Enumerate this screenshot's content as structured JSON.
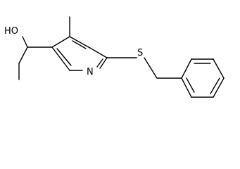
{
  "structure": {
    "atom_labels": {
      "hydroxyl": "HO",
      "ring_nitrogen": "N",
      "sulfur": "S"
    },
    "colors": {
      "bond": "#000000",
      "text": "#000000",
      "background": "#ffffff"
    }
  }
}
